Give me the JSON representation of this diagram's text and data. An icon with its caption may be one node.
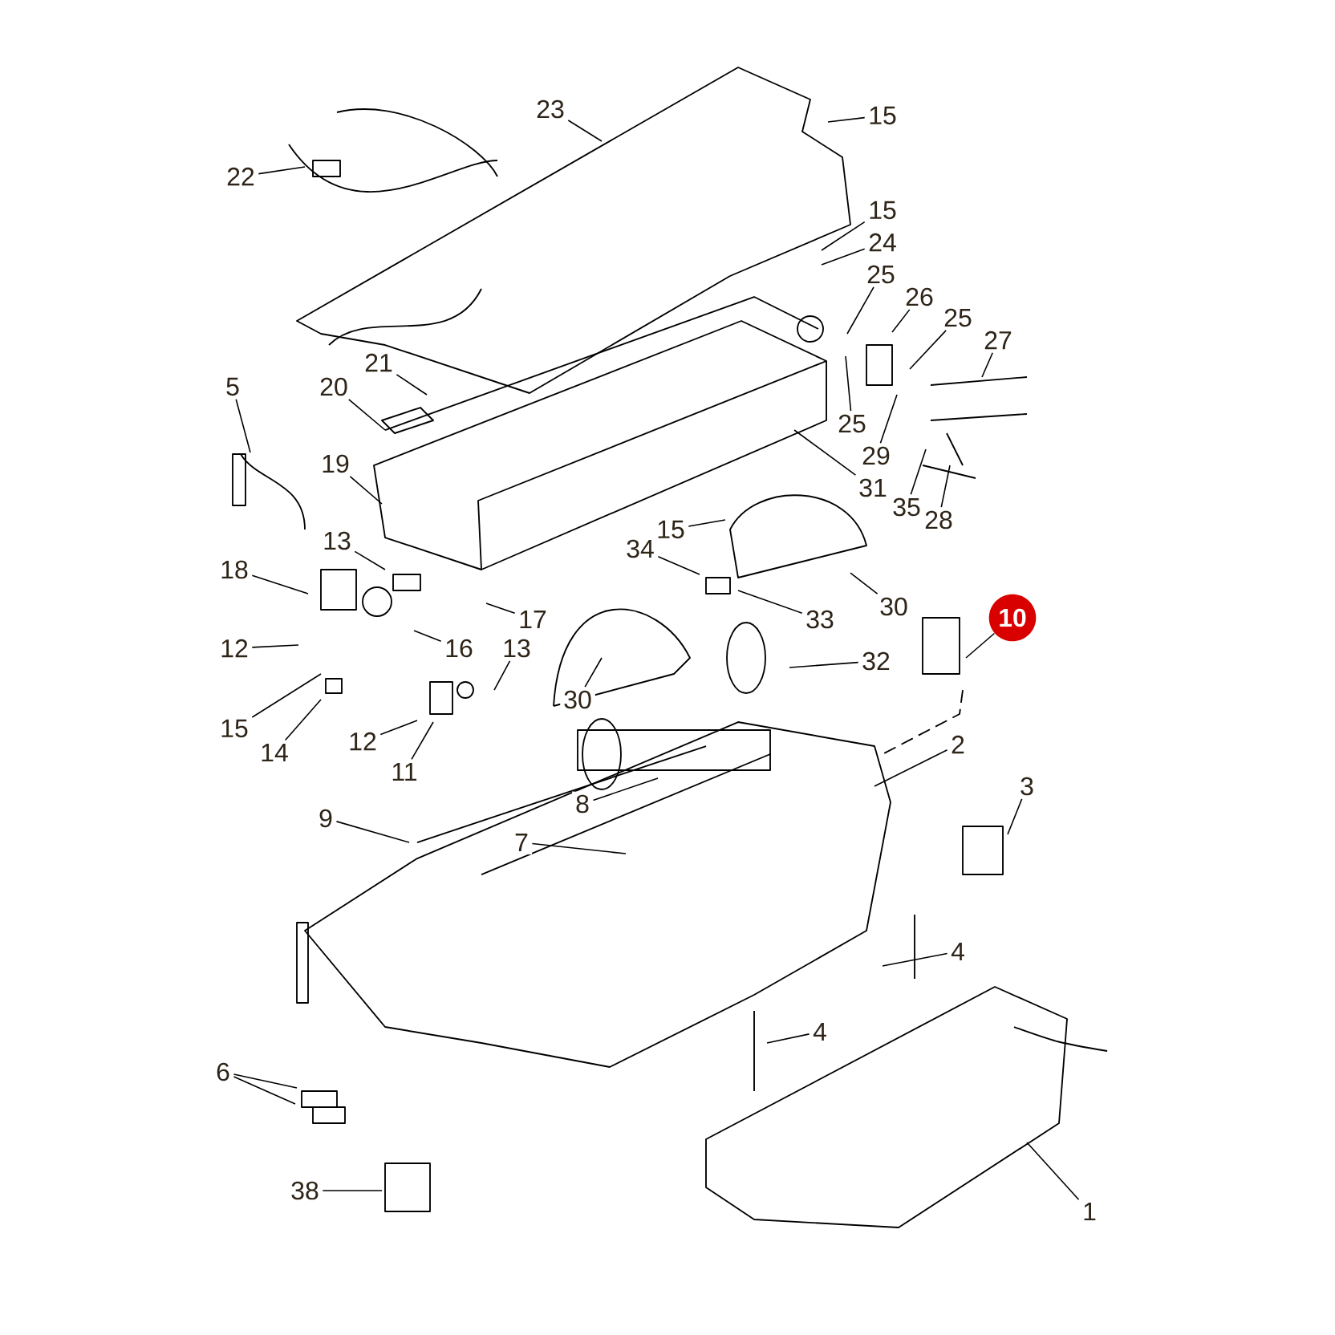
{
  "diagram": {
    "nodes": [
      {
        "text": [
          "23"
        ]
      },
      {
        "text": [
          "15"
        ]
      },
      {
        "text": [
          "22"
        ]
      },
      {
        "text": [
          "15"
        ]
      },
      {
        "text": [
          "24"
        ]
      },
      {
        "text": [
          "25"
        ]
      },
      {
        "text": [
          "26"
        ]
      },
      {
        "text": [
          "25"
        ]
      },
      {
        "text": [
          "27"
        ]
      },
      {
        "text": [
          "21"
        ]
      },
      {
        "text": [
          "20"
        ]
      },
      {
        "text": [
          "5"
        ]
      },
      {
        "text": [
          "25"
        ]
      },
      {
        "text": [
          "29"
        ]
      },
      {
        "text": [
          "31"
        ]
      },
      {
        "text": [
          "35"
        ]
      },
      {
        "text": [
          "28"
        ]
      },
      {
        "text": [
          "19"
        ]
      },
      {
        "text": [
          "15"
        ]
      },
      {
        "text": [
          "13"
        ]
      },
      {
        "text": [
          "34"
        ]
      },
      {
        "text": [
          "18"
        ]
      },
      {
        "text": [
          "17"
        ]
      },
      {
        "text": [
          "33"
        ]
      },
      {
        "text": [
          "30"
        ]
      },
      {
        "text": [
          "12"
        ]
      },
      {
        "text": [
          "16"
        ]
      },
      {
        "text": [
          "13"
        ]
      },
      {
        "text": [
          "10"
        ]
      },
      {
        "text": [
          "32"
        ]
      },
      {
        "text": [
          "30"
        ]
      },
      {
        "text": [
          "15"
        ]
      },
      {
        "text": [
          "14"
        ]
      },
      {
        "text": [
          "12"
        ]
      },
      {
        "text": [
          "11"
        ]
      },
      {
        "text": [
          "2"
        ]
      },
      {
        "text": [
          "8"
        ]
      },
      {
        "text": [
          "3"
        ]
      },
      {
        "text": [
          "9"
        ]
      },
      {
        "text": [
          "7"
        ]
      },
      {
        "text": [
          "4"
        ]
      },
      {
        "text": [
          "4"
        ]
      },
      {
        "text": [
          "6"
        ]
      },
      {
        "text": [
          "38"
        ]
      },
      {
        "text": [
          "1"
        ]
      }
    ],
    "edges": [
      {
        "from": 0,
        "to": null,
        "arrow": "none"
      },
      {
        "from": 1,
        "to": null,
        "arrow": "none"
      },
      {
        "from": 2,
        "to": null,
        "arrow": "none"
      },
      {
        "from": 3,
        "to": null,
        "arrow": "none"
      },
      {
        "from": 4,
        "to": null,
        "arrow": "none"
      },
      {
        "from": 5,
        "to": null,
        "arrow": "none"
      },
      {
        "from": 6,
        "to": null,
        "arrow": "none"
      },
      {
        "from": 7,
        "to": null,
        "arrow": "none"
      },
      {
        "from": 8,
        "to": null,
        "arrow": "none"
      },
      {
        "from": 9,
        "to": null,
        "arrow": "none"
      },
      {
        "from": 10,
        "to": null,
        "arrow": "none"
      },
      {
        "from": 11,
        "to": null,
        "arrow": "none"
      },
      {
        "from": 12,
        "to": null,
        "arrow": "none"
      },
      {
        "from": 13,
        "to": null,
        "arrow": "none"
      },
      {
        "from": 14,
        "to": null,
        "arrow": "none"
      },
      {
        "from": 15,
        "to": null,
        "arrow": "none"
      },
      {
        "from": 16,
        "to": null,
        "arrow": "none"
      },
      {
        "from": 17,
        "to": null,
        "arrow": "none"
      },
      {
        "from": 18,
        "to": null,
        "arrow": "none"
      },
      {
        "from": 19,
        "to": null,
        "arrow": "none"
      },
      {
        "from": 20,
        "to": null,
        "arrow": "none"
      },
      {
        "from": 21,
        "to": null,
        "arrow": "none"
      },
      {
        "from": 22,
        "to": null,
        "arrow": "none"
      },
      {
        "from": 23,
        "to": null,
        "arrow": "none"
      },
      {
        "from": 24,
        "to": null,
        "arrow": "none"
      },
      {
        "from": 25,
        "to": null,
        "arrow": "none"
      },
      {
        "from": 26,
        "to": null,
        "arrow": "none"
      },
      {
        "from": 27,
        "to": null,
        "arrow": "none"
      },
      {
        "from": 28,
        "to": null,
        "arrow": "none"
      },
      {
        "from": 29,
        "to": null,
        "arrow": "none"
      },
      {
        "from": 30,
        "to": null,
        "arrow": "none"
      },
      {
        "from": 31,
        "to": null,
        "arrow": "none"
      },
      {
        "from": 32,
        "to": null,
        "arrow": "none"
      },
      {
        "from": 33,
        "to": null,
        "arrow": "none"
      },
      {
        "from": 34,
        "to": null,
        "arrow": "none"
      },
      {
        "from": 35,
        "to": null,
        "arrow": "none"
      },
      {
        "from": 36,
        "to": null,
        "arrow": "none"
      },
      {
        "from": 37,
        "to": null,
        "arrow": "none"
      },
      {
        "from": 38,
        "to": null,
        "arrow": "none"
      },
      {
        "from": 39,
        "to": null,
        "arrow": "none"
      },
      {
        "from": 40,
        "to": null,
        "arrow": "none"
      },
      {
        "from": 41,
        "to": null,
        "arrow": "none"
      },
      {
        "from": 42,
        "to": null,
        "arrow": "none"
      },
      {
        "from": 42,
        "to": null,
        "arrow": "none"
      },
      {
        "from": 43,
        "to": null,
        "arrow": "none"
      },
      {
        "from": 44,
        "to": null,
        "arrow": "none"
      }
    ]
  }
}
